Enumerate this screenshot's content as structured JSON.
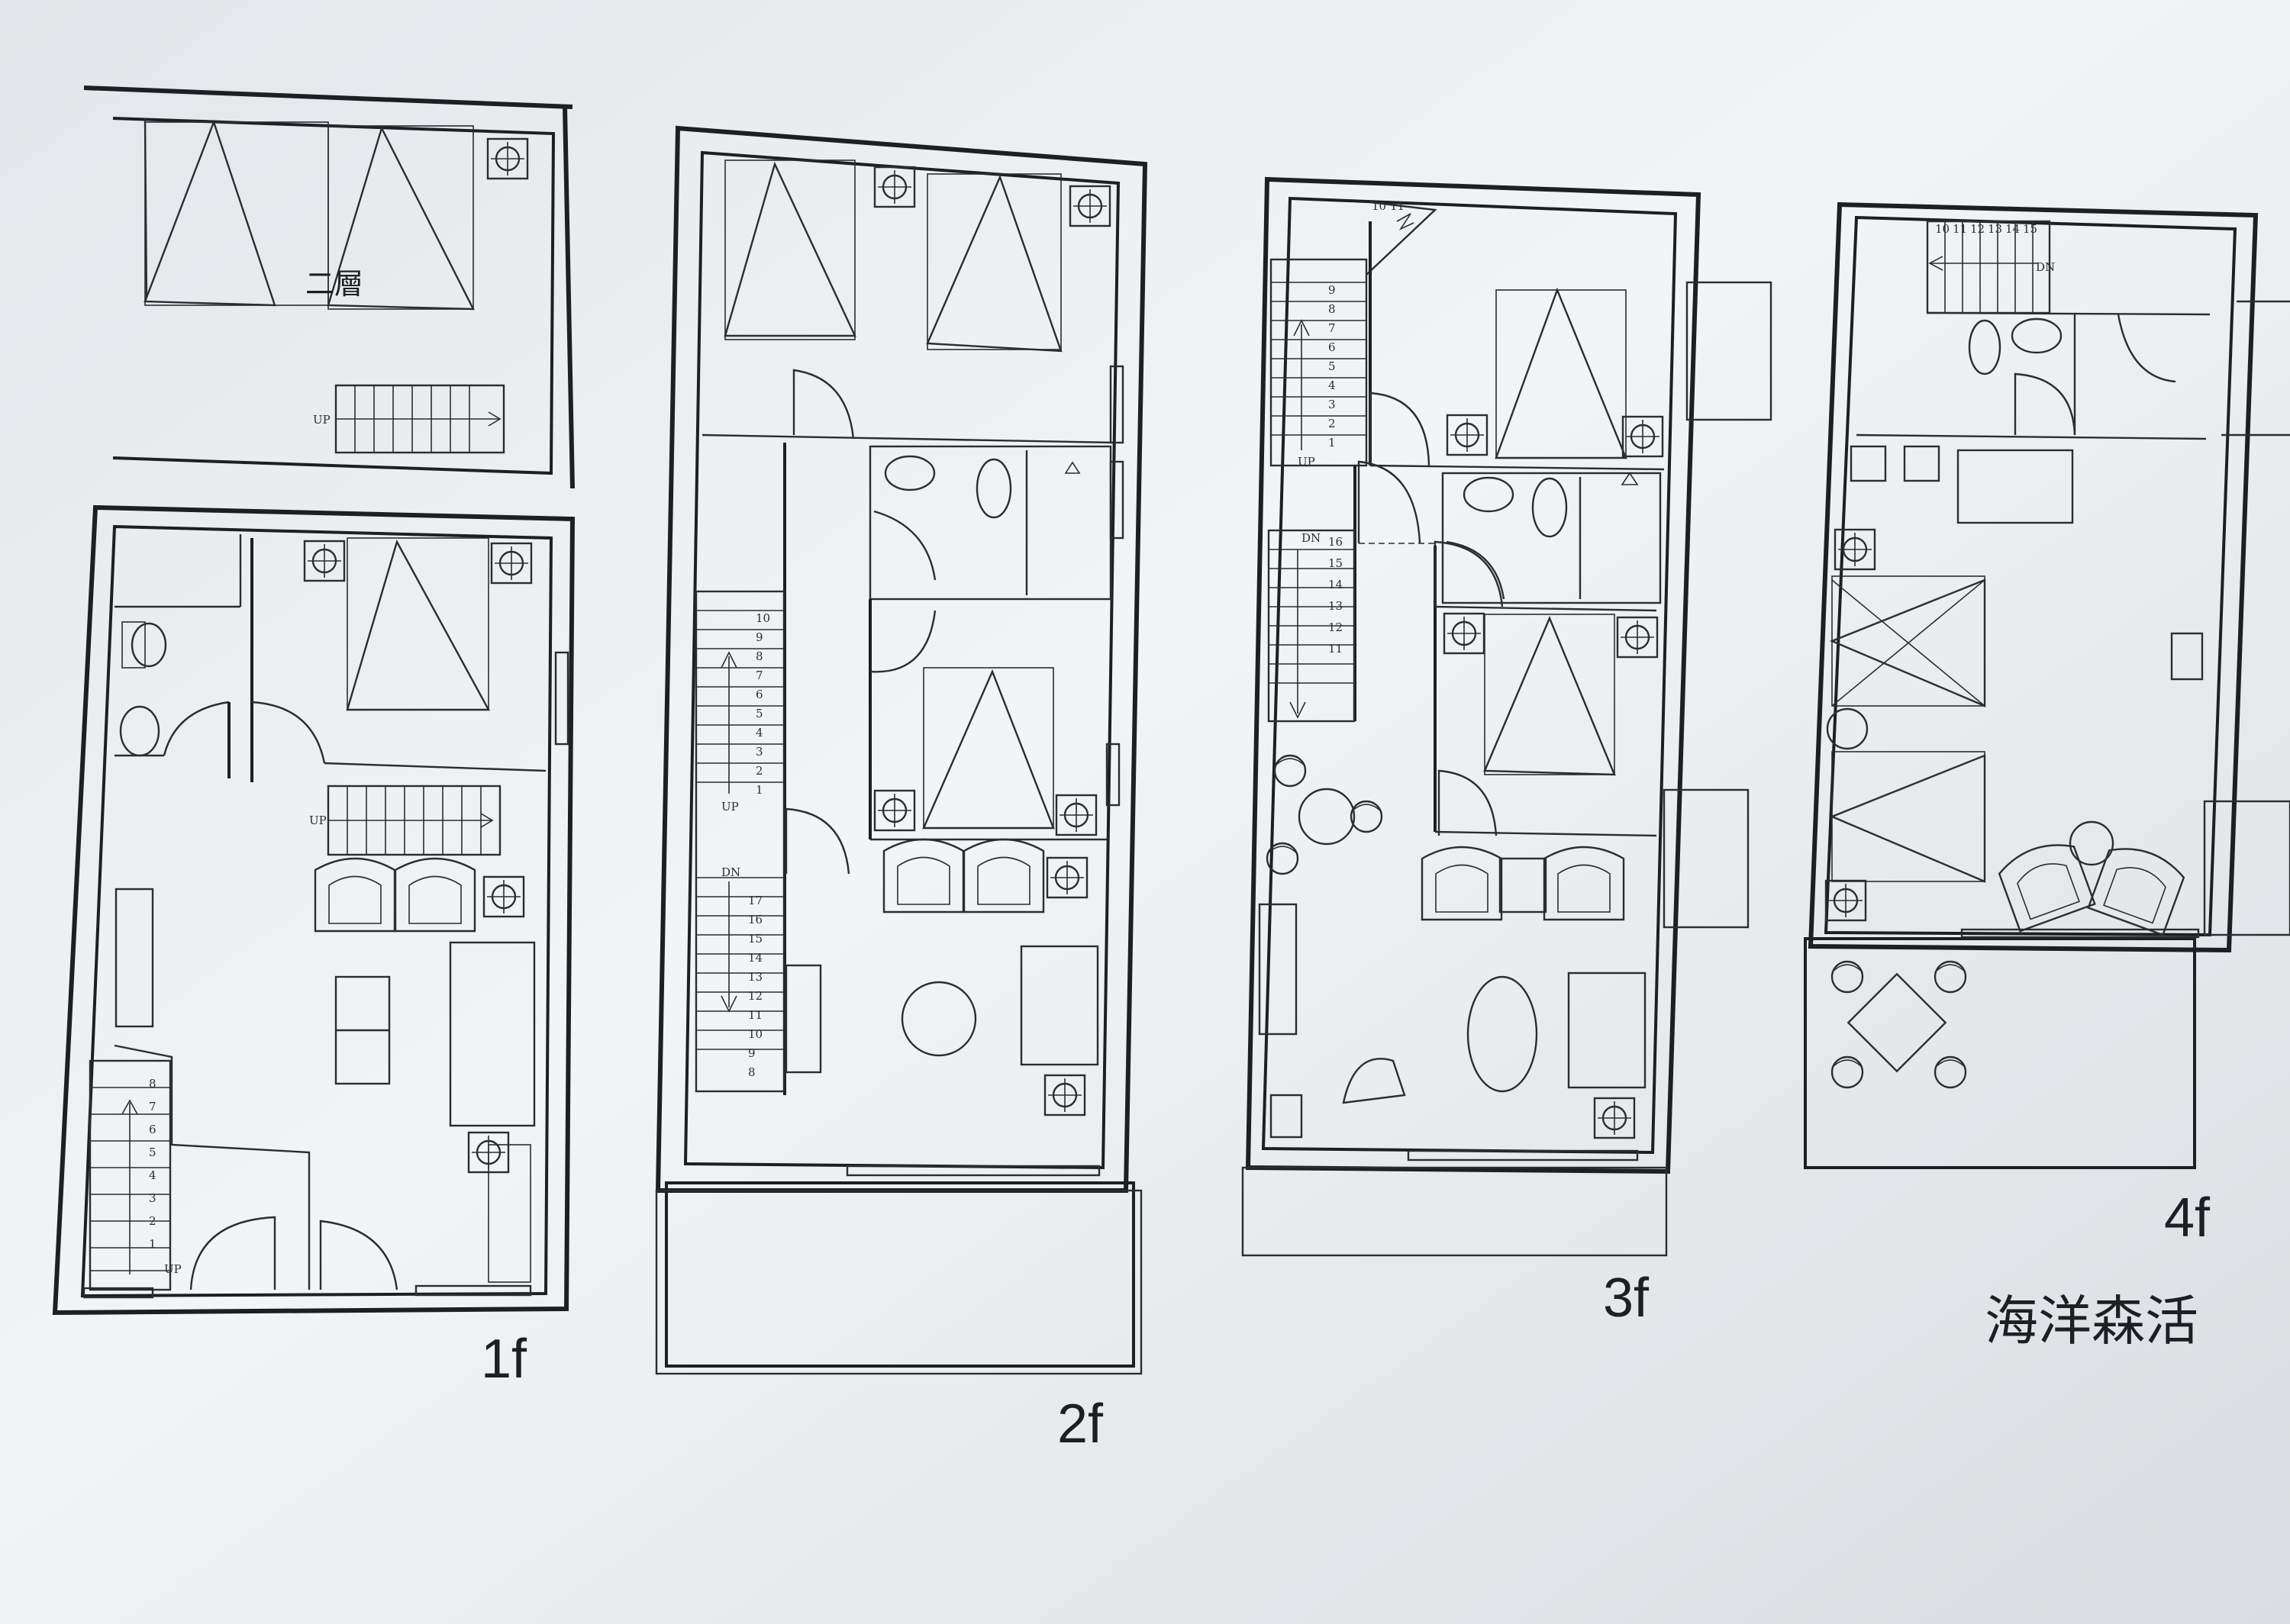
{
  "floors": [
    {
      "id": "1f",
      "label": "1f",
      "upper_label": "二層",
      "stair_up": "UP",
      "stair_up_inner": "UP",
      "steps": [
        "1",
        "2",
        "3",
        "4",
        "5",
        "6",
        "7",
        "8"
      ]
    },
    {
      "id": "2f",
      "label": "2f",
      "stair_up": "UP",
      "stair_down": "DN",
      "steps_up": [
        "1",
        "2",
        "3",
        "4",
        "5",
        "6",
        "7",
        "8",
        "9",
        "10"
      ],
      "steps_down": [
        "8",
        "9",
        "10",
        "11",
        "12",
        "13",
        "14",
        "15",
        "16",
        "17"
      ]
    },
    {
      "id": "3f",
      "label": "3f",
      "stair_up": "UP",
      "stair_down": "DN",
      "steps_up": [
        "1",
        "2",
        "3",
        "4",
        "5",
        "6",
        "7",
        "8",
        "9"
      ],
      "steps_top": [
        "10",
        "11"
      ],
      "steps_down": [
        "11",
        "12",
        "13",
        "14",
        "15",
        "16"
      ]
    },
    {
      "id": "4f",
      "label": "4f",
      "stair_down": "DN",
      "steps_top": [
        "10",
        "11",
        "12",
        "13",
        "14",
        "15"
      ]
    }
  ],
  "brand": {
    "name": "海洋森活"
  },
  "colors": {
    "paper": "#f1f3f5",
    "ink": "#1d1f22"
  }
}
